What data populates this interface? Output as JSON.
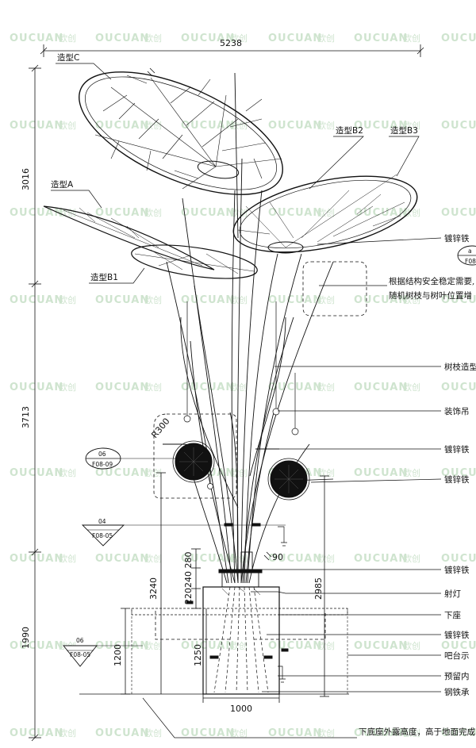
{
  "watermark": {
    "brand": "OUCUAN",
    "cn": "欧创"
  },
  "dims": {
    "width": "5238",
    "top": "3016",
    "mid": "3713",
    "base": "1990",
    "d1200": "1200",
    "d3240": "3240",
    "d220": "220240 280",
    "d1250": "1250",
    "d2985": "2985",
    "d1000": "1000"
  },
  "marks": {
    "small": "90",
    "radius": "R300"
  },
  "shapes": {
    "c": "造型C",
    "a": "造型A",
    "b1": "造型B1",
    "b2": "造型B2",
    "b3": "造型B3"
  },
  "sections": [
    {
      "num": "06",
      "ref": "F08-09"
    },
    {
      "num": "04",
      "ref": "F08-05"
    },
    {
      "num": "06",
      "ref": "F08-05"
    },
    {
      "num": "a",
      "ref": "F08-"
    }
  ],
  "notes": [
    {
      "text": "镀锌铁"
    },
    {
      "text": "根据结构安全稳定需要,"
    },
    {
      "text": "随机树枝与树叶位置增"
    },
    {
      "text": "树枝造型"
    },
    {
      "text": "装饰吊"
    },
    {
      "text": "镀锌铁"
    },
    {
      "text": "镀锌铁"
    },
    {
      "text": "镀锌铁"
    },
    {
      "text": "射灯"
    },
    {
      "text": "下座"
    },
    {
      "text": "镀锌铁"
    },
    {
      "text": "吧台示"
    },
    {
      "text": "预留内"
    },
    {
      "text": "钢铁承"
    },
    {
      "text": "下底座外露高度，高于地面完成"
    }
  ]
}
